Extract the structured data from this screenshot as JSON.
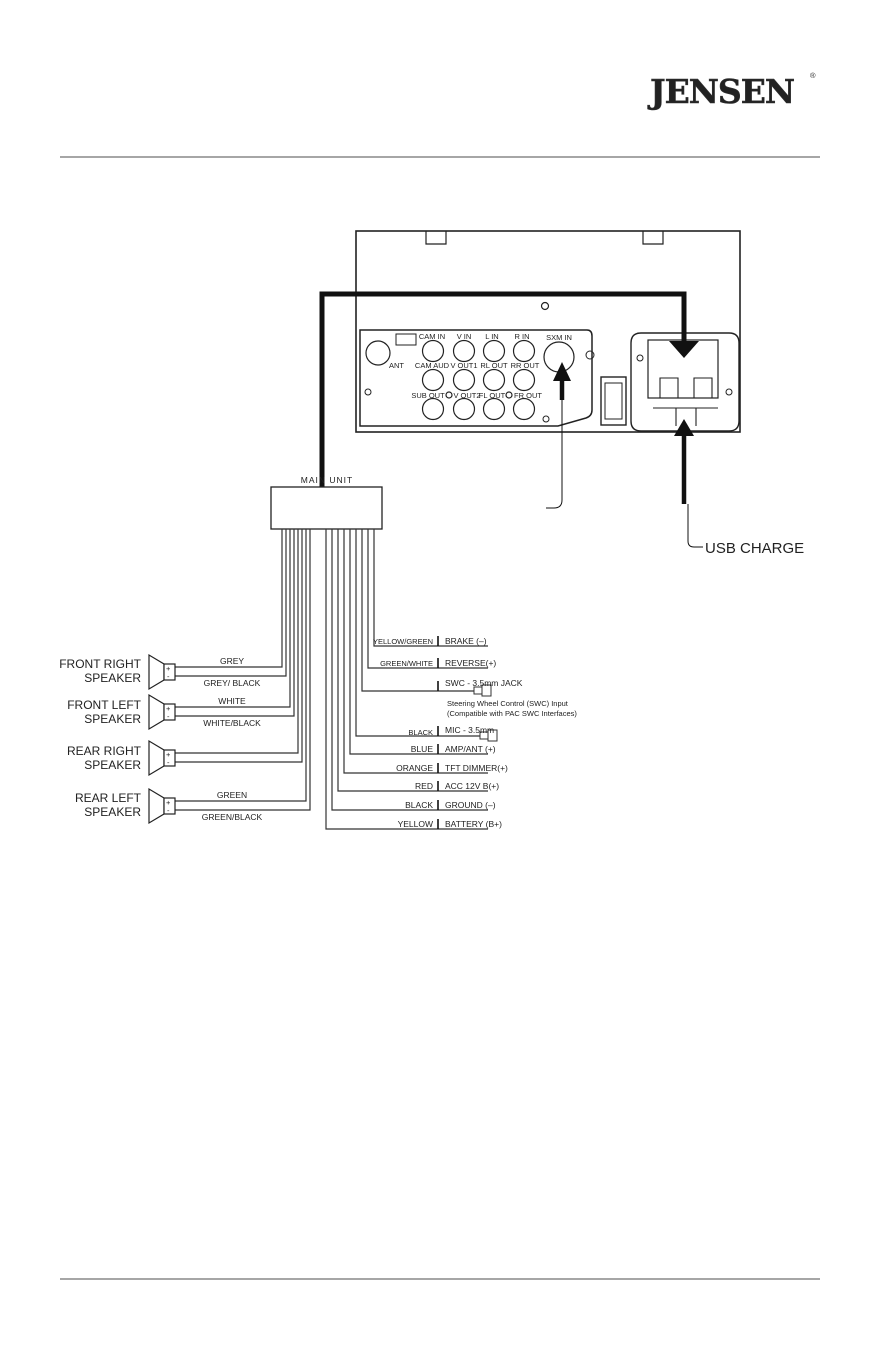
{
  "header": {
    "brand": "JENSEN",
    "registered_mark": "®"
  },
  "back_panel": {
    "antenna_label": "ANT",
    "jacks_row1": [
      "CAM IN",
      "V IN",
      "L IN",
      "R IN",
      "SXM IN"
    ],
    "jacks_row2": [
      "CAM AUD",
      "V OUT1",
      "RL OUT",
      "RR OUT"
    ],
    "jacks_row3": [
      "SUB OUT",
      "V OUT2",
      "FL OUT",
      "FR OUT"
    ]
  },
  "usb_label": "USB CHARGE",
  "main_unit_label": "MAIN UNIT",
  "speakers": [
    {
      "name_line1": "FRONT RIGHT",
      "name_line2": "SPEAKER",
      "wire_pos": "GREY",
      "wire_neg": "GREY/ BLACK"
    },
    {
      "name_line1": "FRONT LEFT",
      "name_line2": "SPEAKER",
      "wire_pos": "WHITE",
      "wire_neg": "WHITE/BLACK"
    },
    {
      "name_line1": "REAR RIGHT",
      "name_line2": "SPEAKER",
      "wire_pos": "",
      "wire_neg": ""
    },
    {
      "name_line1": "REAR LEFT",
      "name_line2": "SPEAKER",
      "wire_pos": "GREEN",
      "wire_neg": "GREEN/BLACK"
    }
  ],
  "terminal_plus": "+",
  "terminal_minus": "-",
  "control_wires": [
    {
      "color": "YELLOW/GREEN",
      "function": "BRAKE (–)"
    },
    {
      "color": "GREEN/WHITE",
      "function": "REVERSE(+)"
    },
    {
      "color": "",
      "function": "SWC - 3.5mm JACK"
    },
    {
      "color": "BLACK",
      "function": "MIC - 3.5mm"
    },
    {
      "color": "BLUE",
      "function": "AMP/ANT (+)"
    },
    {
      "color": "ORANGE",
      "function": "TFT DIMMER(+)"
    },
    {
      "color": "RED",
      "function": "ACC 12V B(+)"
    },
    {
      "color": "BLACK",
      "function": "GROUND (–)"
    },
    {
      "color": "YELLOW",
      "function": "BATTERY (B+)"
    }
  ],
  "swc_note": {
    "line1": "Steering Wheel Control (SWC) Input",
    "line2": "(Compatible with PAC SWC Interfaces)"
  }
}
